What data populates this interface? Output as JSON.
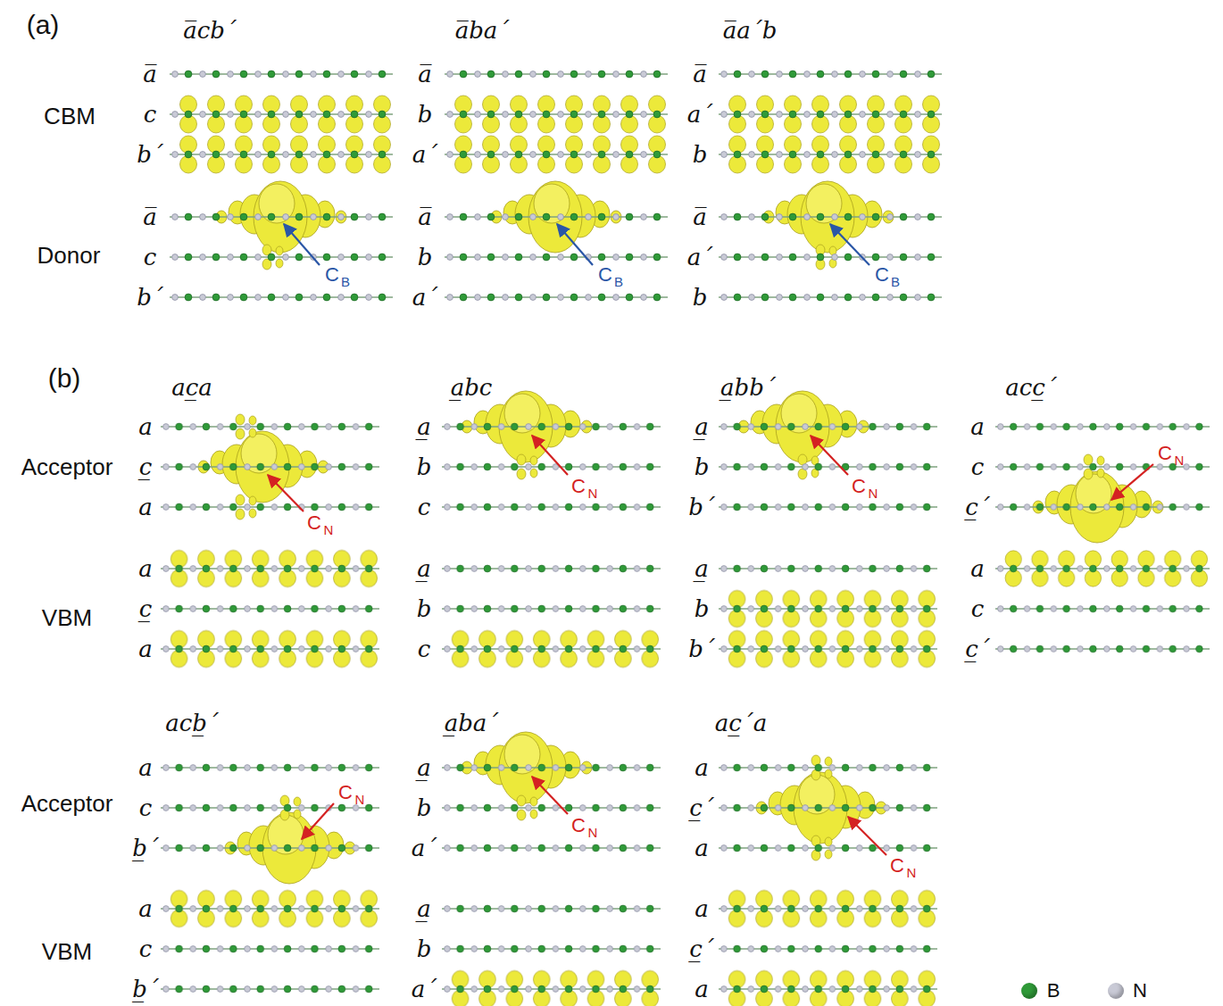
{
  "diagram": {
    "labels": [
      "(a)",
      "a̅cb´",
      "a̅",
      "c",
      "b´",
      "a̅",
      "c",
      "b´",
      "C",
      "B",
      "a̅ba´",
      "a̅",
      "b",
      "a´",
      "a̅",
      "b",
      "a´",
      "C",
      "B",
      "a̅a´b",
      "a̅",
      "a´",
      "b",
      "a̅",
      "a´",
      "b",
      "C",
      "B",
      "CBM",
      "Donor",
      "(b)",
      "ac̲a",
      "a",
      "c̲",
      "a",
      "C",
      "N",
      "a",
      "c̲",
      "a",
      "a̲bc",
      "a̲",
      "b",
      "c",
      "C",
      "N",
      "a̲",
      "b",
      "c",
      "a̲bb´",
      "a̲",
      "b",
      "b´",
      "C",
      "N",
      "a̲",
      "b",
      "b´",
      "acc̲´",
      "a",
      "c",
      "c̲´",
      "C",
      "N",
      "a",
      "c",
      "c̲´",
      "acb̲´",
      "a",
      "c",
      "b̲´",
      "C",
      "N",
      "a",
      "c",
      "b̲´",
      "a̲ba´",
      "a̲",
      "b",
      "a´",
      "C",
      "N",
      "a̲",
      "b",
      "a´",
      "ac̲´a",
      "a",
      "c̲´",
      "a",
      "C",
      "N",
      "a",
      "c̲´",
      "a",
      "Acceptor",
      "VBM",
      "Acceptor",
      "VBM"
    ],
    "legend": [
      {
        "text": "B",
        "color": "#2f9a38"
      },
      {
        "text": "N",
        "color": "#c9cad6"
      }
    ]
  }
}
